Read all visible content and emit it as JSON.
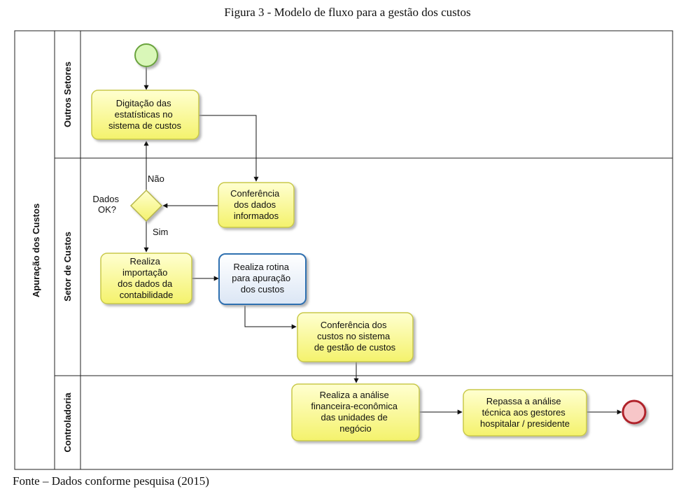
{
  "caption": "Figura 3 - Modelo de fluxo para a gestão dos custos",
  "source": "Fonte – Dados conforme pesquisa (2015)",
  "pool": {
    "label": "Apuração dos Custos"
  },
  "lanes": [
    {
      "id": "outros",
      "label": "Outros Setores"
    },
    {
      "id": "setor",
      "label": "Setor de Custos"
    },
    {
      "id": "controladoria",
      "label": "Controladoria"
    }
  ],
  "tasks": {
    "digitacao": [
      "Digitação das",
      "estatísticas no",
      "sistema de custos"
    ],
    "conferencia_dados": [
      "Conferência",
      "dos dados",
      "informados"
    ],
    "importacao": [
      "Realiza",
      "importação",
      "dos dados  da",
      "contabilidade"
    ],
    "rotina": [
      "Realiza rotina",
      "para apuração",
      "dos custos"
    ],
    "conferencia_custos": [
      "Conferência  dos",
      "custos no sistema",
      "de gestão de custos"
    ],
    "analise": [
      "Realiza a análise",
      "financeira-econômica",
      "das unidades de",
      "negócio"
    ],
    "repassa": [
      "Repassa a análise",
      "técnica aos gestores",
      "hospitalar / presidente"
    ]
  },
  "gateway": {
    "label": [
      "Dados",
      "OK?"
    ]
  },
  "edge_labels": {
    "nao": "Não",
    "sim": "Sim"
  },
  "colors": {
    "task_fill": "#fdfd96",
    "task_stroke": "#c9c94a",
    "task_blue_stroke": "#2f6fb0",
    "start_fill": "#d9f7b8",
    "start_stroke": "#6aa33d",
    "end_fill": "#f7c6c8",
    "end_stroke": "#b0202a"
  }
}
